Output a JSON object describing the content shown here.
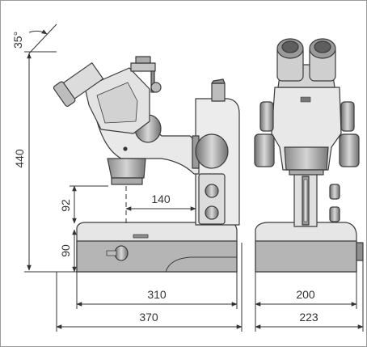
{
  "dimensions": {
    "angle": "35°",
    "total_height": "440",
    "column_height": "92",
    "base_height": "90",
    "working_reach": "140",
    "side_base_width": "310",
    "side_total_width": "370",
    "front_base_width": "200",
    "front_total_width": "223"
  },
  "colors": {
    "outline": "#3b3b3b",
    "body_light": "#ececec",
    "body_mid": "#c9c9c9",
    "body_dark": "#8f8f8f",
    "base_grey": "#b5b5b5",
    "dim_line": "#333333"
  }
}
